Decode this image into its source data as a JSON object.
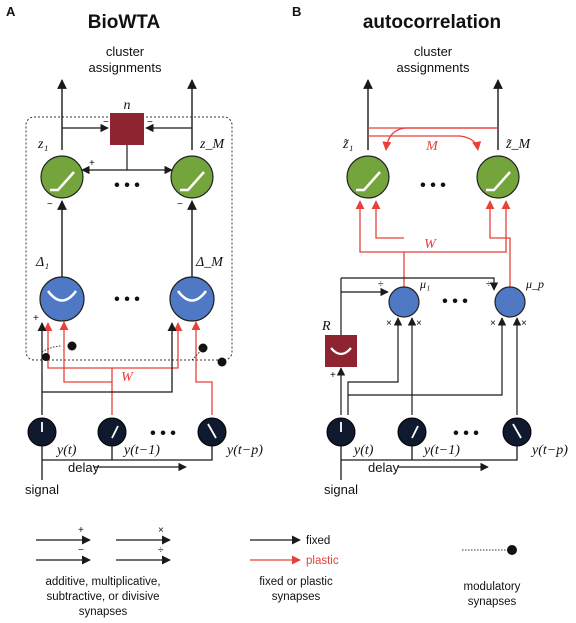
{
  "panels": {
    "a": {
      "letter": "A",
      "title": "BioWTA",
      "output_label_1": "cluster",
      "output_label_2": "assignments",
      "inhibitor": "n",
      "top_left": "z₁",
      "top_right": "z_M",
      "mid_left": "Δ₁",
      "mid_right": "Δ_M",
      "weight": "W"
    },
    "b": {
      "letter": "B",
      "title": "autocorrelation",
      "output_label_1": "cluster",
      "output_label_2": "assignments",
      "top_left": "z̃₁",
      "top_right": "z̃_M",
      "weight_top": "M",
      "weight_mid": "W",
      "mu_left": "μ₁",
      "mu_right": "μ_p",
      "r_box": "R"
    }
  },
  "inputs": {
    "y0": "y(t)",
    "y1": "y(t−1)",
    "yp": "y(t−p)",
    "delay": "delay",
    "signal": "signal",
    "dots": "• • •"
  },
  "legend": {
    "synapse_types_1": "additive, multiplicative,",
    "synapse_types_2": "subtractive, or divisive",
    "synapse_types_3": "synapses",
    "fixed": "fixed",
    "plastic": "plastic",
    "fixed_or_plastic_1": "fixed or plastic",
    "fixed_or_plastic_2": "synapses",
    "modulatory_1": "modulatory",
    "modulatory_2": "synapses"
  },
  "colors": {
    "green_node": "#74a53d",
    "blue_node": "#4f79c4",
    "maroon_box": "#8e2430",
    "clock_node": "#0f1a2e",
    "plastic": "#e8413a",
    "fixed": "#1a1a1a"
  }
}
